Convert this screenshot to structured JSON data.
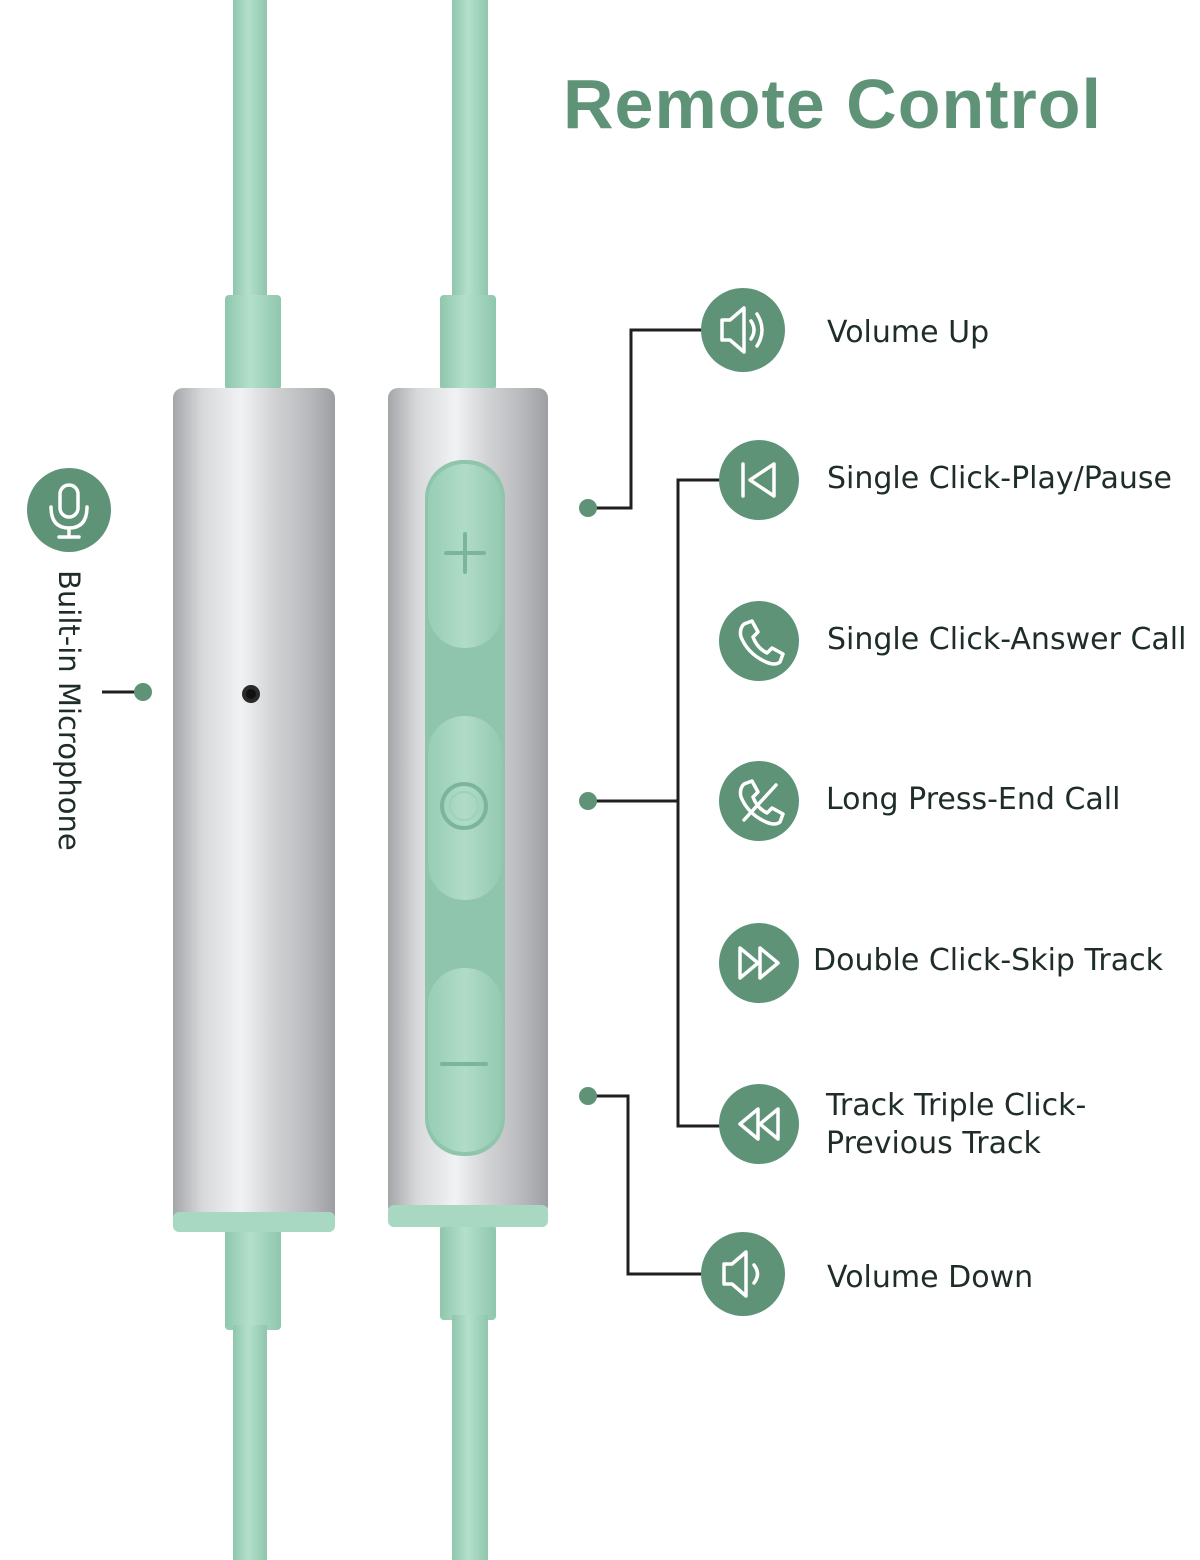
{
  "title": "Remote Control",
  "mic_label": "Built-in Microphone",
  "colors": {
    "accent": "#5e9378",
    "cable": "#a8d8c1",
    "silver": "#c9cacc",
    "text": "#1f2d28"
  },
  "functions": [
    {
      "icon": "speaker-volume-up-icon",
      "label": "Volume Up"
    },
    {
      "icon": "skip-back-icon",
      "label": "Single Click-Play/Pause"
    },
    {
      "icon": "phone-icon",
      "label": "Single Click-Answer Call"
    },
    {
      "icon": "phone-hangup-icon",
      "label": "Long Press-End Call"
    },
    {
      "icon": "fast-forward-icon",
      "label": "Double Click-Skip Track"
    },
    {
      "icon": "rewind-icon",
      "label": "Track Triple Click-Previous Track"
    },
    {
      "icon": "speaker-volume-down-icon",
      "label": "Volume Down"
    }
  ]
}
